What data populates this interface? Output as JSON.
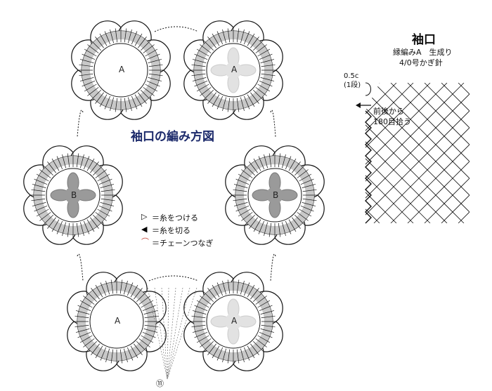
{
  "diagram_title": "袖口の編み方図",
  "motifs": [
    {
      "label": "A"
    },
    {
      "label": "A"
    },
    {
      "label": "B"
    },
    {
      "label": "B"
    },
    {
      "label": "A"
    },
    {
      "label": "A"
    }
  ],
  "legend": [
    {
      "symbol": "▷",
      "text": "＝糸をつける"
    },
    {
      "symbol": "◀",
      "text": "＝糸を切る"
    },
    {
      "symbol": "⌒",
      "text": "＝チェーンつなぎ"
    }
  ],
  "cuff": {
    "title": "袖口",
    "pattern_color": "縁編みA　生成り",
    "hook": "4/0号かぎ針",
    "gauge_value": "0.5c",
    "gauge_rows": "(1段)",
    "pickup_line1": "前後から",
    "pickup_line2": "180目拾う"
  },
  "row_marker": "⑪",
  "colors": {
    "motif_fill": "#c8c8c8",
    "title": "#1c2a6b",
    "line": "#111111"
  }
}
